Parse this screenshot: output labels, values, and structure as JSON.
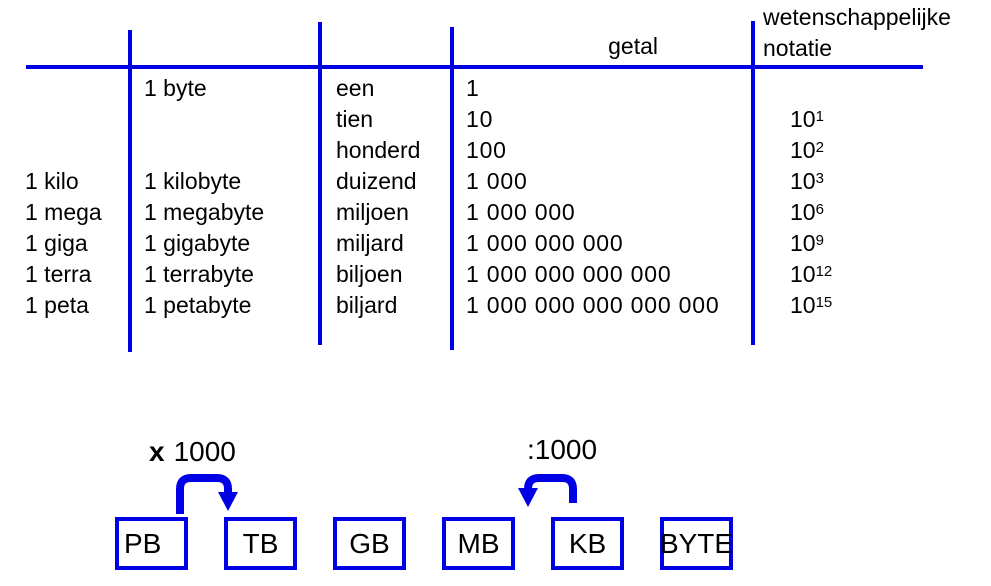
{
  "colors": {
    "accent": "#0000e6",
    "text": "#000000",
    "background": "#ffffff"
  },
  "table": {
    "headers": {
      "getal": "getal",
      "notatie_line1": "wetenschappelijke",
      "notatie_line2": "notatie"
    },
    "notation_base": "10",
    "rows": [
      {
        "prefix": "",
        "unit": "1 byte",
        "name": "een",
        "getal": "1",
        "exp": ""
      },
      {
        "prefix": "",
        "unit": "",
        "name": "tien",
        "getal": "10",
        "exp": "1"
      },
      {
        "prefix": "",
        "unit": "",
        "name": "honderd",
        "getal": "100",
        "exp": "2"
      },
      {
        "prefix": "1 kilo",
        "unit": "1 kilobyte",
        "name": "duizend",
        "getal": "1 000",
        "exp": "3"
      },
      {
        "prefix": "1 mega",
        "unit": "1 megabyte",
        "name": "miljoen",
        "getal": "1 000 000",
        "exp": "6"
      },
      {
        "prefix": "1 giga",
        "unit": "1 gigabyte",
        "name": "miljard",
        "getal": "1 000 000 000",
        "exp": "9"
      },
      {
        "prefix": "1 terra",
        "unit": "1 terrabyte",
        "name": "biljoen",
        "getal": "1 000 000 000 000",
        "exp": "12"
      },
      {
        "prefix": "1 peta",
        "unit": "1 petabyte",
        "name": "biljard",
        "getal": "1 000 000 000 000 000",
        "exp": "15"
      }
    ]
  },
  "diagram": {
    "multiply_label": {
      "operator": "x",
      "value": "1000"
    },
    "divide_label": ":1000",
    "boxes": [
      "PB",
      "TB",
      "GB",
      "MB",
      "KB",
      "BYTE"
    ]
  }
}
